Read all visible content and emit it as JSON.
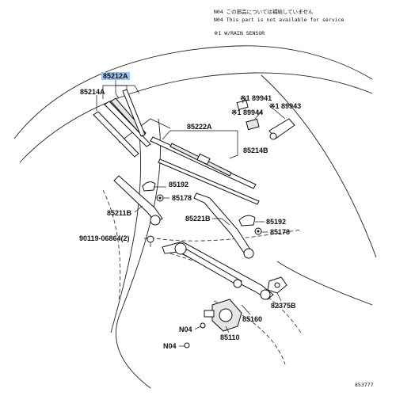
{
  "notes": {
    "n1": "N04 この部品については補給していません",
    "n2": "N04 This part is not available for service",
    "n3": "※1 W/RAIN SENSOR"
  },
  "labels": {
    "p85212a": "85212A",
    "p85214a": "85214A",
    "p85222a": "85222A",
    "p85214b": "85214B",
    "p89941": "※1 89941",
    "p89944": "※1 89944",
    "p89943": "※1 89943",
    "p85192a": "85192",
    "p85178a": "85178",
    "p85211b": "85211B",
    "p85221b": "85221B",
    "p85192b": "85192",
    "p85178b": "85178",
    "p90119": "90119-06864(2)",
    "p82375b": "82375B",
    "p85160": "85160",
    "p85110": "85110",
    "pn04a": "N04",
    "pn04b": "N04"
  },
  "diagram_id": "853777",
  "colors": {
    "highlight": "#9fc5ee",
    "ink": "#111111"
  }
}
